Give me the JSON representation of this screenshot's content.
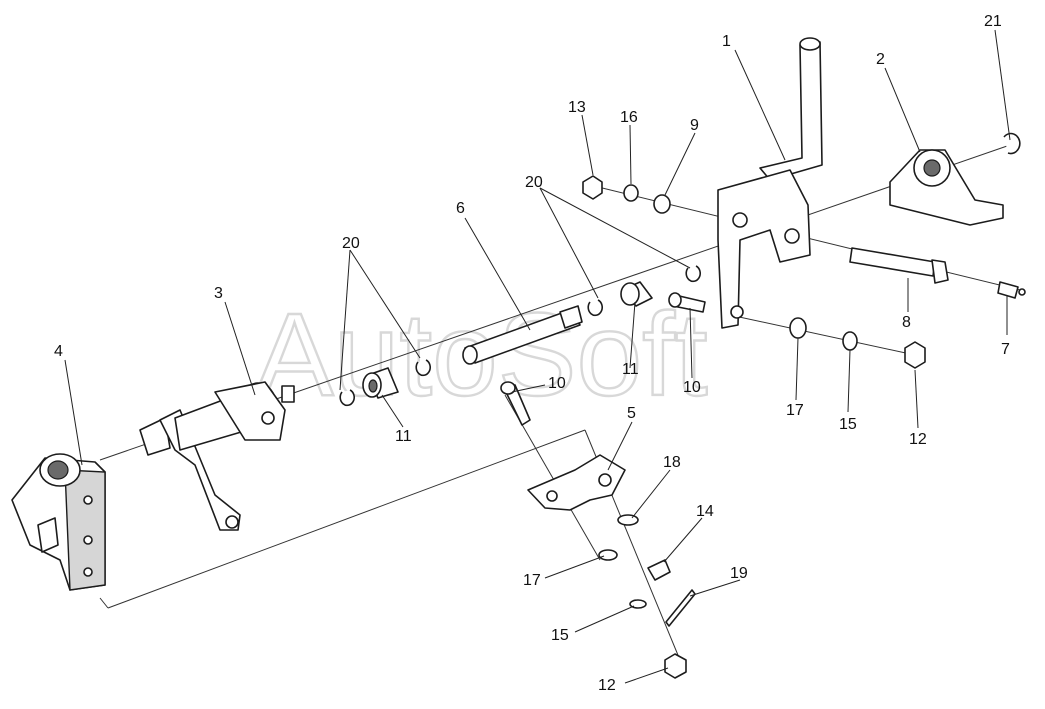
{
  "watermark": "AutoSoft",
  "callouts": [
    {
      "id": "c1",
      "text": "1"
    },
    {
      "id": "c2",
      "text": "2"
    },
    {
      "id": "c21",
      "text": "21"
    },
    {
      "id": "c13",
      "text": "13"
    },
    {
      "id": "c16",
      "text": "16"
    },
    {
      "id": "c9",
      "text": "9"
    },
    {
      "id": "c20a",
      "text": "20"
    },
    {
      "id": "c6",
      "text": "6"
    },
    {
      "id": "c20b",
      "text": "20"
    },
    {
      "id": "c3",
      "text": "3"
    },
    {
      "id": "c4",
      "text": "4"
    },
    {
      "id": "c11a",
      "text": "11"
    },
    {
      "id": "c11b",
      "text": "11"
    },
    {
      "id": "c10a",
      "text": "10"
    },
    {
      "id": "c10b",
      "text": "10"
    },
    {
      "id": "c8",
      "text": "8"
    },
    {
      "id": "c7",
      "text": "7"
    },
    {
      "id": "c17a",
      "text": "17"
    },
    {
      "id": "c15a",
      "text": "15"
    },
    {
      "id": "c12a",
      "text": "12"
    },
    {
      "id": "c5",
      "text": "5"
    },
    {
      "id": "c18",
      "text": "18"
    },
    {
      "id": "c14",
      "text": "14"
    },
    {
      "id": "c19",
      "text": "19"
    },
    {
      "id": "c17b",
      "text": "17"
    },
    {
      "id": "c15b",
      "text": "15"
    },
    {
      "id": "c12b",
      "text": "12"
    }
  ]
}
